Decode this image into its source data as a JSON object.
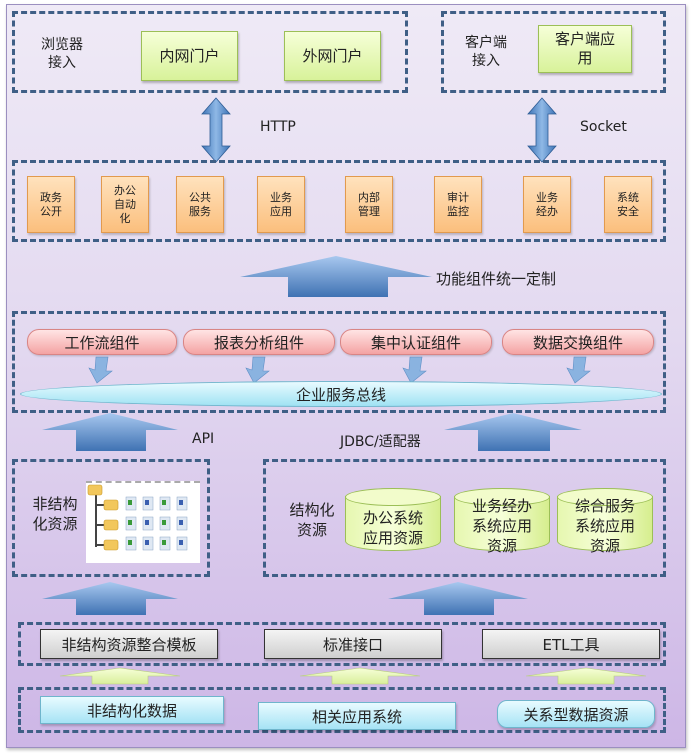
{
  "access_layer": {
    "browser": {
      "label": "浏览器\n接入",
      "portals": [
        "内网门户",
        "外网门户"
      ]
    },
    "client": {
      "label": "客户端\n接入",
      "app": "客户端应\n用"
    },
    "protocols": {
      "http": "HTTP",
      "socket": "Socket"
    }
  },
  "function_modules": [
    "政务\n公开",
    "办公\n自动\n化",
    "公共\n服务",
    "业务\n应用",
    "内部\n管理",
    "审计\n监控",
    "业务\n经办",
    "系统\n安全"
  ],
  "customization_label": "功能组件统一定制",
  "components": [
    "工作流组件",
    "报表分析组件",
    "集中认证组件",
    "数据交换组件"
  ],
  "service_bus": "企业服务总线",
  "interfaces": {
    "api": "API",
    "jdbc": "JDBC/适配器"
  },
  "resources": {
    "unstructured": {
      "label": "非结构\n化资源",
      "icon": "file-tree-icon"
    },
    "structured": {
      "label": "结构化\n资源",
      "databases": [
        "办公系统\n应用资源",
        "业务经办\n系统应用\n资源",
        "综合服务\n系统应用\n资源"
      ]
    }
  },
  "integration_tools": [
    "非结构资源整合模板",
    "标准接口",
    "ETL工具"
  ],
  "data_sources": [
    "非结构化数据",
    "相关应用系统",
    "关系型数据资源"
  ],
  "colors": {
    "dash": "#3f5f86",
    "arrow_blue": "#4f86c6",
    "module_orange": "#fbbf7d",
    "portal_green": "#d8f29a",
    "component_pink": "#f4a3a3",
    "bus_cyan": "#9fe2f3"
  }
}
